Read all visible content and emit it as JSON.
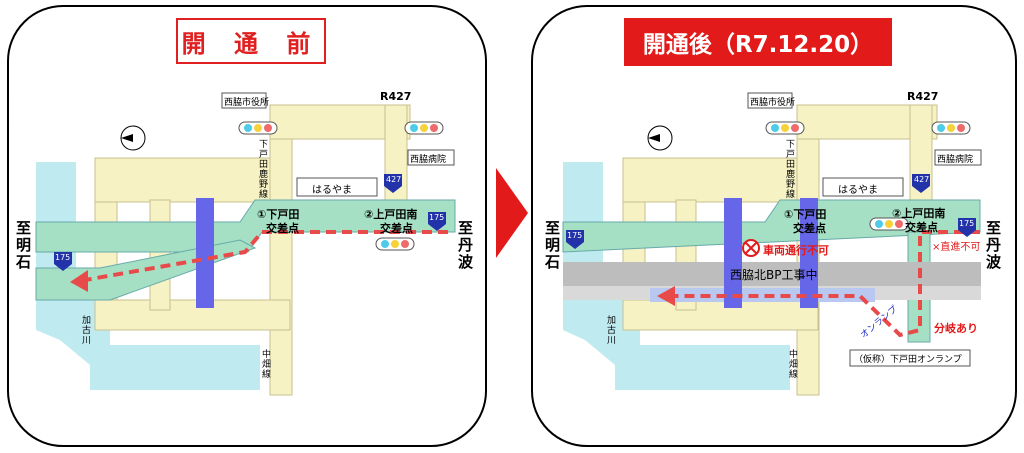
{
  "before": {
    "title": "開 通 前",
    "labels": {
      "city_hall": "西脇市役所",
      "route427": "R427",
      "hospital": "西脇病院",
      "haruyama": "はるやま",
      "shimotoda_line": "下戸田鹿野線",
      "route427_badge": "427",
      "route175_badge": "175",
      "to_akashi": "至明石",
      "to_tanba": "至丹波",
      "kakogawa": "加古川",
      "nakamachi_line": "中畑線",
      "junction1": "①下戸田",
      "junction1b": "交差点",
      "junction2": "②上戸田南",
      "junction2b": "交差点"
    }
  },
  "after": {
    "title": "開通後（R7.12.20）",
    "labels": {
      "city_hall": "西脇市役所",
      "route427": "R427",
      "hospital": "西脇病院",
      "haruyama": "はるやま",
      "shimotoda_line": "下戸田鹿野線",
      "route427_badge": "427",
      "route175_badge": "175",
      "to_akashi": "至明石",
      "to_tanba": "至丹波",
      "kakogawa": "加古川",
      "nakamachi_line": "中畑線",
      "junction1": "①下戸田",
      "junction1b": "交差点",
      "junction2": "②上戸田南",
      "junction2b": "交差点",
      "no_vehicle": "車両通行不可",
      "no_straight": "×直進不可",
      "bp_construction": "西脇北BP工事中",
      "branch": "分岐あり",
      "on_ramp_label": "オンランプ",
      "on_ramp_name": "（仮称）下戸田オンランプ"
    }
  },
  "colors": {
    "title_red": "#e21a1a",
    "water": "#bfeaf0",
    "side_road": "#f6f2c4",
    "main_road": "#a6e0c4",
    "blue_band": "#6666e8",
    "bypass_gray": "#bdbdbd",
    "route_red": "#e84a4a"
  }
}
